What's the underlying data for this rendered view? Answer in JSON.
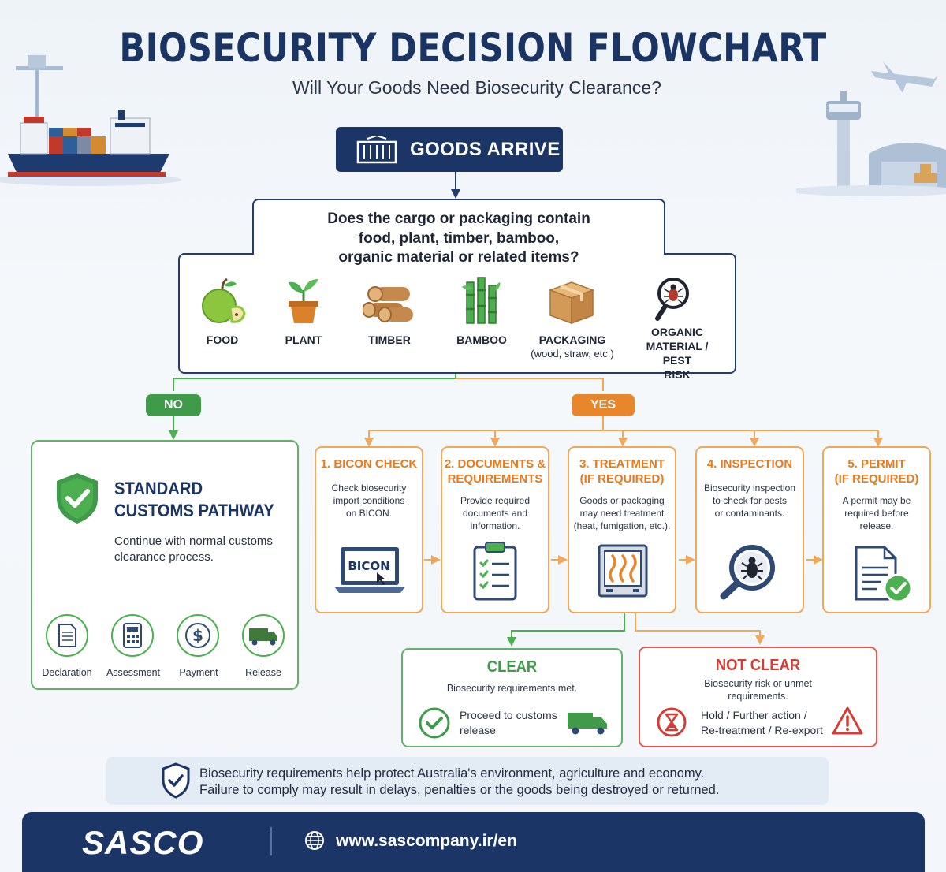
{
  "header": {
    "title": "BIOSECURITY DECISION FLOWCHART",
    "subtitle": "Will Your Goods Need Biosecurity Clearance?"
  },
  "start": {
    "label": "GOODS ARRIVE",
    "icon": "container-icon"
  },
  "question": {
    "line1": "Does the cargo or packaging contain",
    "line2": "food, plant, timber, bamboo,",
    "line3": "organic material or related items?",
    "categories": [
      {
        "label": "FOOD",
        "icon": "apple-icon"
      },
      {
        "label": "PLANT",
        "icon": "potted-plant-icon"
      },
      {
        "label": "TIMBER",
        "icon": "logs-icon"
      },
      {
        "label": "BAMBOO",
        "icon": "bamboo-icon"
      },
      {
        "label": "PACKAGING",
        "note": "(wood, straw, etc.)",
        "icon": "cardboard-box-icon"
      },
      {
        "label1": "ORGANIC",
        "label2": "MATERIAL / PEST",
        "label3": "RISK",
        "icon": "pest-magnifier-icon"
      }
    ]
  },
  "branches": {
    "no": "NO",
    "yes": "YES"
  },
  "standard": {
    "title1": "STANDARD",
    "title2": "CUSTOMS PATHWAY",
    "desc1": "Continue with normal customs",
    "desc2": "clearance process.",
    "steps": [
      "Declaration",
      "Assessment",
      "Payment",
      "Release"
    ]
  },
  "steps": [
    {
      "title1": "1. BICON CHECK",
      "title2": "",
      "desc": [
        "Check biosecurity",
        "import conditions",
        "on BICON."
      ],
      "icon": "laptop-icon",
      "screen_text": "BICON"
    },
    {
      "title1": "2. DOCUMENTS &",
      "title2": "REQUIREMENTS",
      "desc": [
        "Provide required",
        "documents and",
        "information."
      ],
      "icon": "clipboard-icon"
    },
    {
      "title1": "3. TREATMENT",
      "title2": "(IF REQUIRED)",
      "desc": [
        "Goods or packaging",
        "may need treatment",
        "(heat, fumigation, etc.)."
      ],
      "icon": "heat-chamber-icon"
    },
    {
      "title1": "4. INSPECTION",
      "title2": "",
      "desc": [
        "Biosecurity inspection",
        "to check for pests",
        "or contaminants."
      ],
      "icon": "magnifier-bug-icon"
    },
    {
      "title1": "5. PERMIT",
      "title2": "(IF REQUIRED)",
      "desc": [
        "A permit may be",
        "required before",
        "release."
      ],
      "icon": "permit-document-icon"
    }
  ],
  "clear": {
    "title": "CLEAR",
    "desc": "Biosecurity requirements met.",
    "action1": "Proceed to customs",
    "action2": "release"
  },
  "not_clear": {
    "title": "NOT CLEAR",
    "desc1": "Biosecurity risk or unmet",
    "desc2": "requirements.",
    "action1": "Hold / Further action /",
    "action2": "Re-treatment / Re-export"
  },
  "notice": {
    "line1": "Biosecurity requirements help protect Australia's environment, agriculture and economy.",
    "line2": "Failure to comply may result in delays, penalties or the goods being destroyed or returned."
  },
  "footer": {
    "brand": "SASCO",
    "url": "www.sascompany.ir/en"
  },
  "colors": {
    "navy": "#1b3566",
    "green": "#4caf50",
    "orange": "#f0a85b",
    "red": "#e05a52"
  }
}
